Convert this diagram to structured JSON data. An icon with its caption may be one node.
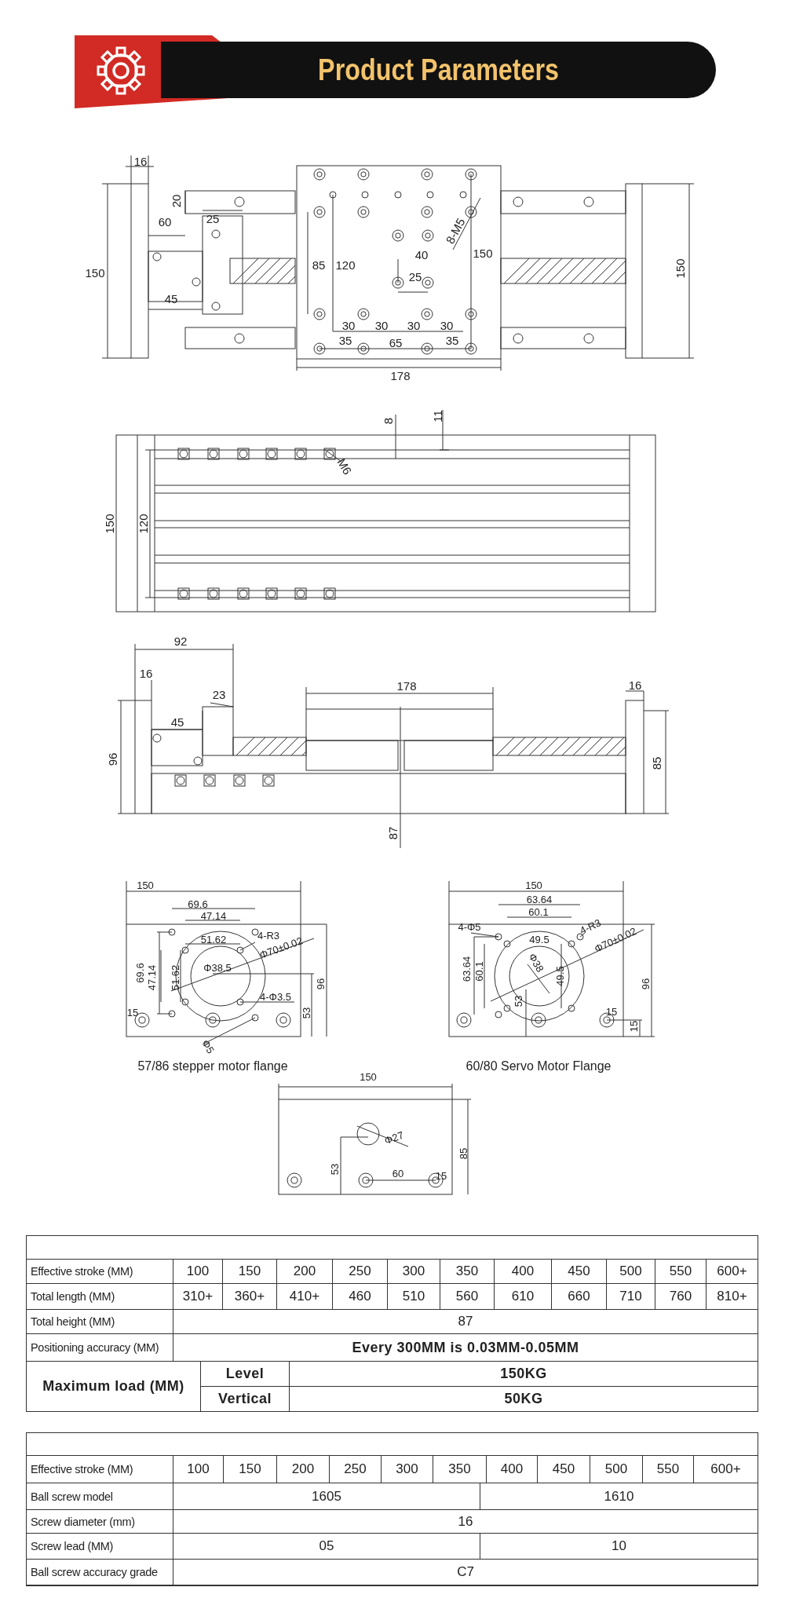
{
  "diagram": {
    "title": "Product Parameters",
    "nodes": [
      {
        "text": [],
        "shape": "box"
      },
      {
        "text": [],
        "shape": "box"
      }
    ],
    "labels": [
      "16",
      "20",
      "60",
      "25",
      "150",
      "45",
      "85",
      "120",
      "8-M5",
      "40",
      "150",
      "25",
      "30",
      "30",
      "30",
      "30",
      "35",
      "65",
      "35",
      "178",
      "150",
      "8",
      "11",
      "M6",
      "150",
      "120",
      "92",
      "16",
      "23",
      "45",
      "178",
      "16",
      "96",
      "85",
      "87",
      "150",
      "69.6",
      "47.14",
      "4-R3",
      "51.62",
      "Φ70±0.02",
      "69.6",
      "47.14",
      "51.62",
      "Φ38.5",
      "96",
      "4-Φ3.5",
      "53",
      "15",
      "Φ5",
      "57/86 stepper motor flange",
      "150",
      "63.64",
      "60.1",
      "4-Φ5",
      "4-R3",
      "49.5",
      "Φ70±0.02",
      "63.64",
      "60.1",
      "Φ38",
      "49.5",
      "96",
      "53",
      "15",
      "15",
      "60/80 Servo Motor Flange",
      "150",
      "Φ27",
      "85",
      "53",
      "60",
      "15",
      "Effective stroke (MM)",
      "100",
      "150",
      "200",
      "250",
      "300",
      "350",
      "400",
      "450",
      "500",
      "550",
      "600+",
      "Total length (MM)",
      "310+",
      "360+",
      "410+",
      "460",
      "510",
      "560",
      "610",
      "660",
      "710",
      "760",
      "810+",
      "Total height (MM)",
      "87",
      "Positioning accuracy (MM)",
      "Every 300MM is 0.03MM-0.05MM",
      "Maximum load (MM)",
      "Level",
      "150KG",
      "Vertical",
      "50KG",
      "Effective stroke (MM)",
      "100",
      "150",
      "200",
      "250",
      "300",
      "350",
      "400",
      "450",
      "500",
      "550",
      "600+",
      "Ball screw model",
      "1605",
      "1610",
      "Screw diameter (mm)",
      "16",
      "Screw lead (MM)",
      "05",
      "10",
      "Ball screw accuracy grade",
      "C7"
    ]
  }
}
